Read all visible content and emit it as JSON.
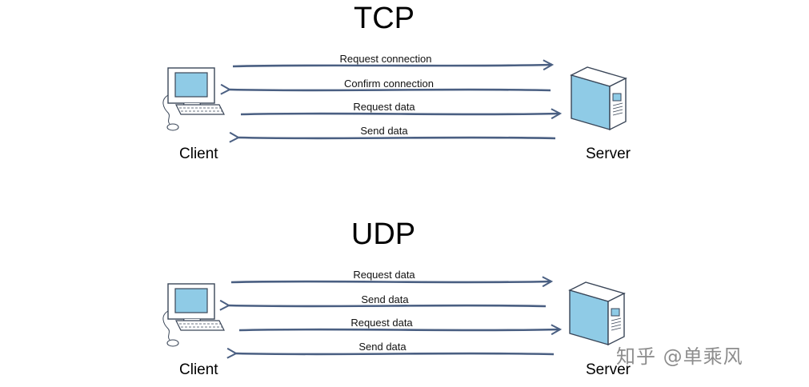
{
  "tcp": {
    "title": "TCP",
    "client_label": "Client",
    "server_label": "Server",
    "messages": [
      {
        "label": "Request connection",
        "direction": "to-server"
      },
      {
        "label": "Confirm connection",
        "direction": "to-client"
      },
      {
        "label": "Request data",
        "direction": "to-server"
      },
      {
        "label": "Send data",
        "direction": "to-client"
      }
    ]
  },
  "udp": {
    "title": "UDP",
    "client_label": "Client",
    "server_label": "Server",
    "messages": [
      {
        "label": "Request data",
        "direction": "to-server"
      },
      {
        "label": "Send data",
        "direction": "to-client"
      },
      {
        "label": "Request data",
        "direction": "to-server"
      },
      {
        "label": "Send data",
        "direction": "to-client"
      }
    ]
  },
  "watermark": "知乎 @单乘风",
  "colors": {
    "arrow": "#4a5f82",
    "screen": "#8fcbe6",
    "server_face": "#8fcbe6",
    "outline": "#3a4658"
  }
}
